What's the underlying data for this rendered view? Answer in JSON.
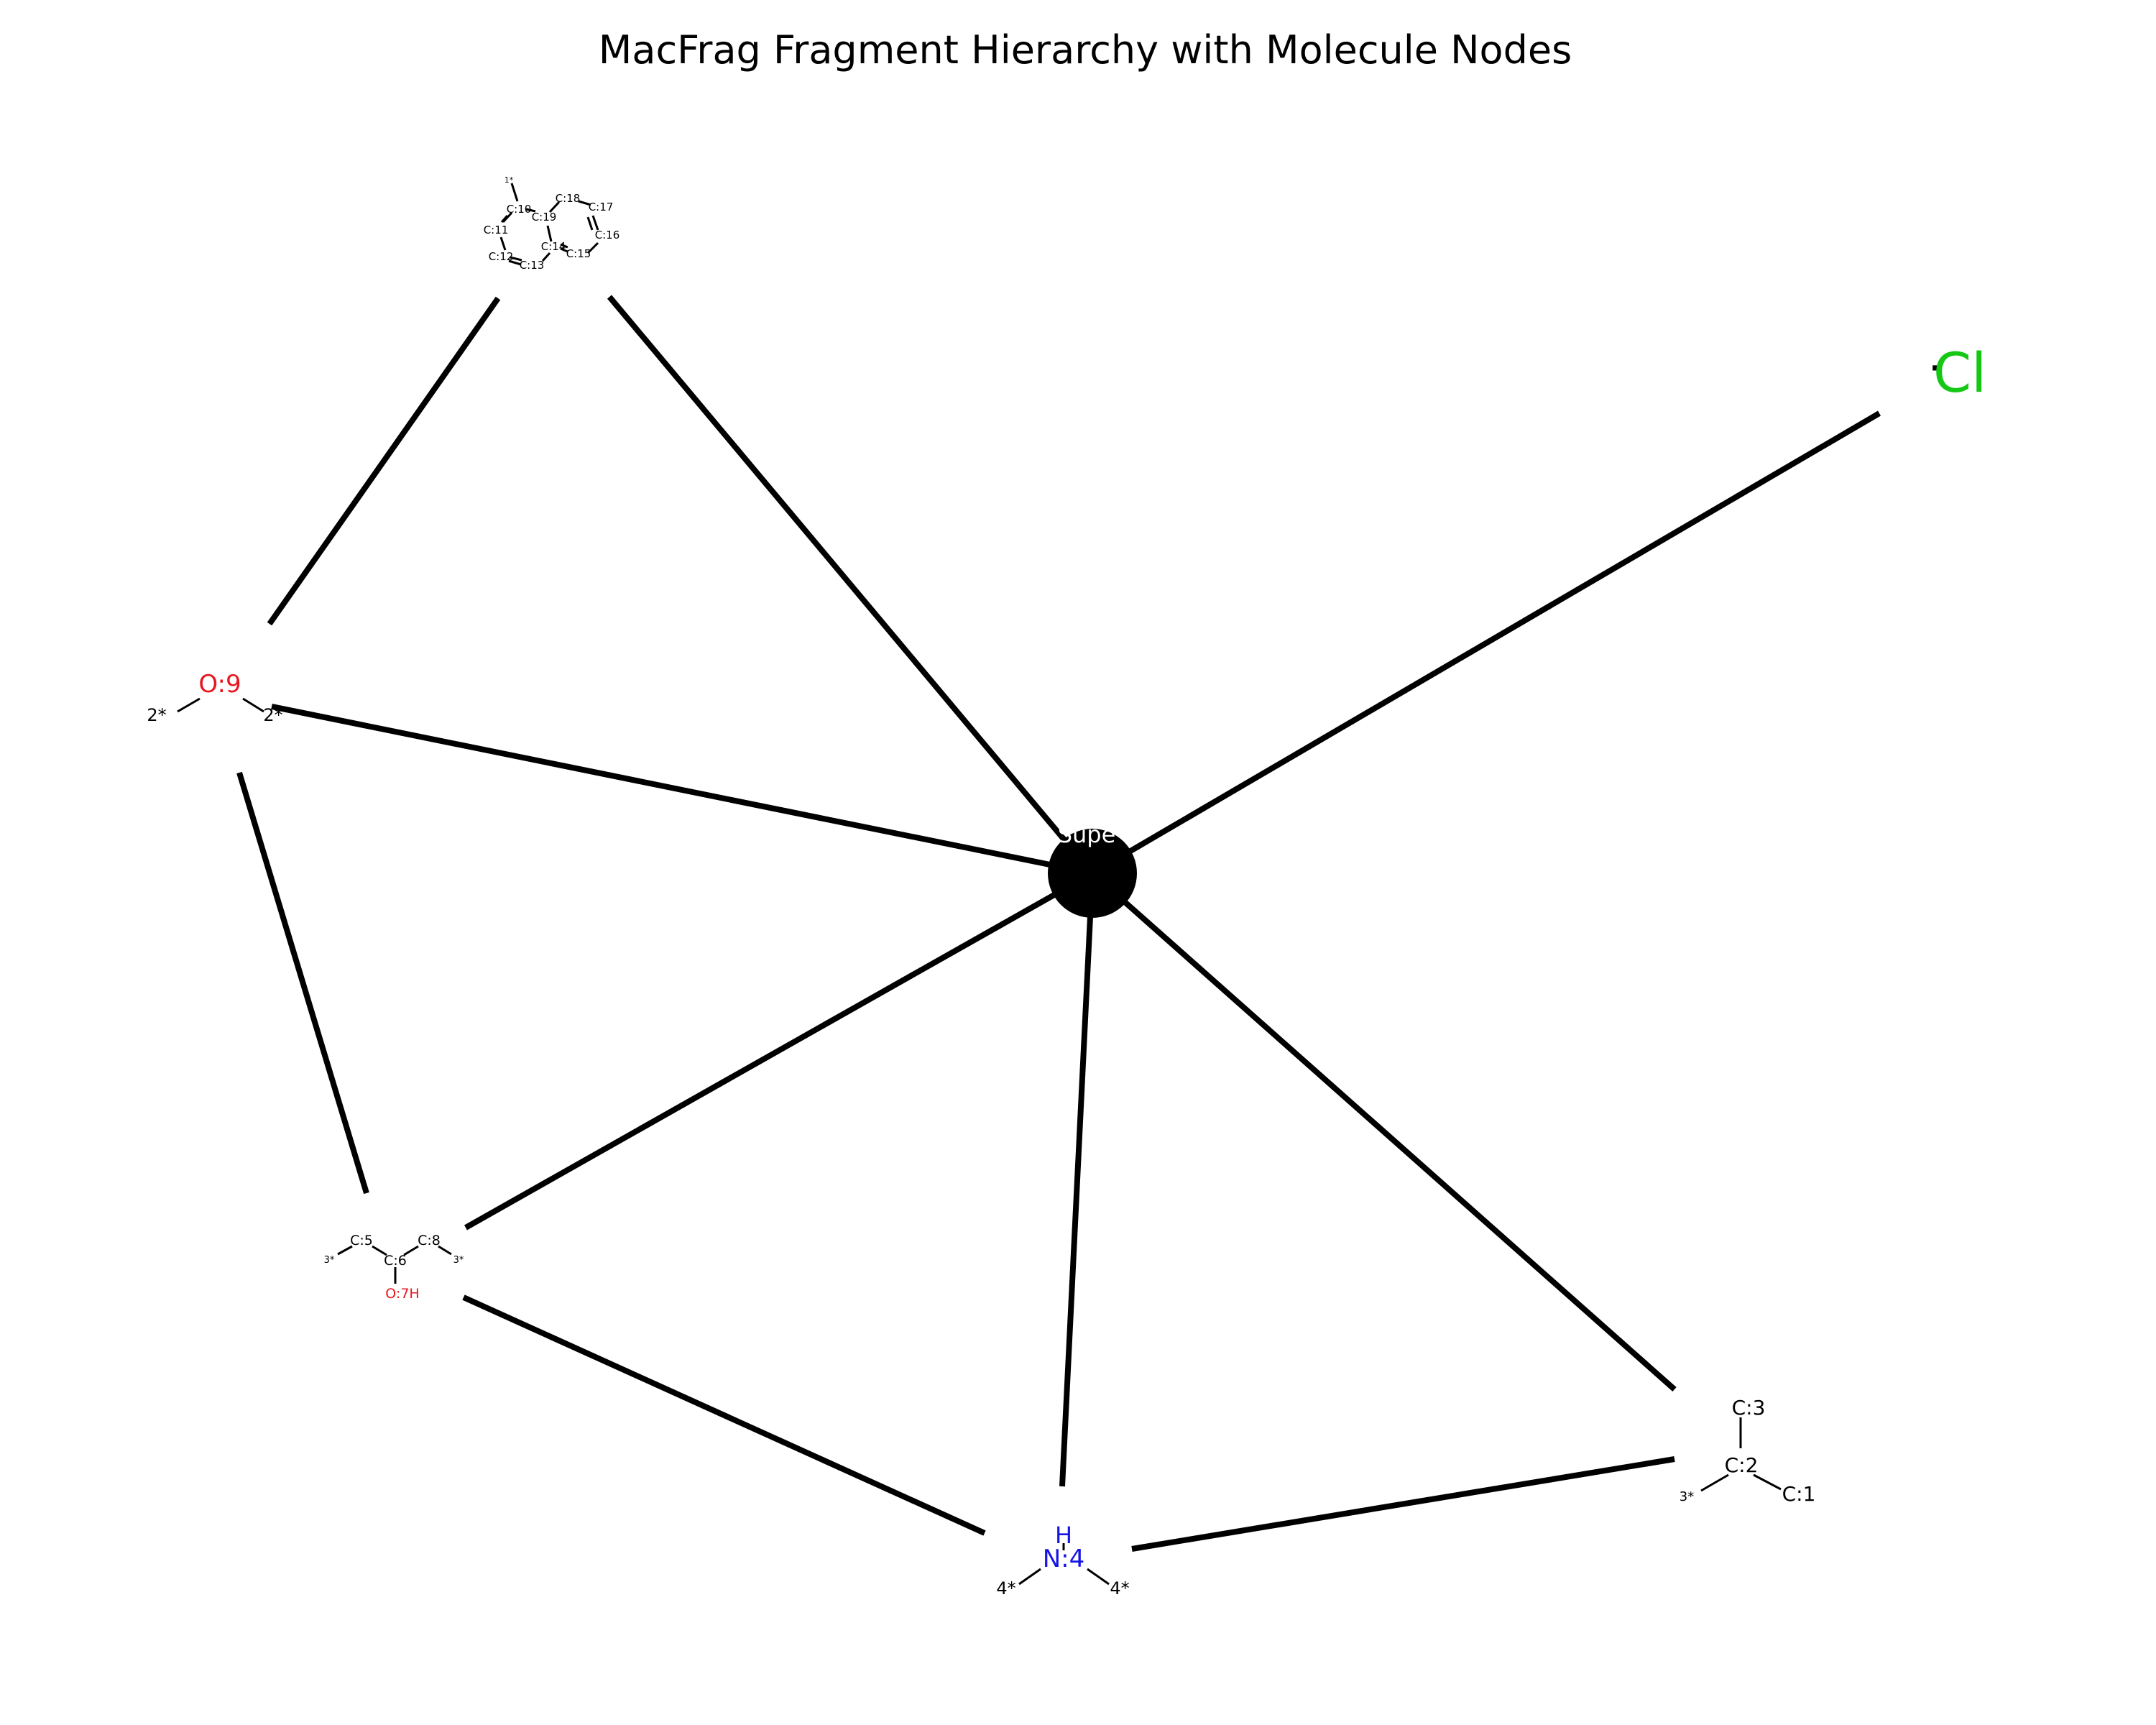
{
  "title": "MacFrag Fragment Hierarchy with Molecule Nodes",
  "colors": {
    "carbon": "#000000",
    "oxygen": "#e8171f",
    "nitrogen": "#1515e6",
    "chlorine": "#14c814",
    "edge": "#000000",
    "super_node": "#000000",
    "super_label": "#ffffff"
  },
  "nodes": {
    "super": {
      "label": "Supe"
    },
    "chlorine": {
      "label": "Cl",
      "dot": "·"
    },
    "ether": {
      "atoms": {
        "o9": "O:9",
        "d1": "2*",
        "d2": "2*"
      }
    },
    "amine": {
      "atoms": {
        "h": "H",
        "n4": "N:4",
        "d1": "4*",
        "d2": "4*"
      }
    },
    "isopropyl": {
      "atoms": {
        "c3": "C:3",
        "c2": "C:2",
        "c1": "C:1",
        "d": "3*"
      }
    },
    "hydroxypropyl": {
      "atoms": {
        "c5": "C:5",
        "c6": "C:6",
        "c8": "C:8",
        "o7": "O:7H",
        "d1": "3*",
        "d2": "3*"
      }
    },
    "naphthyl": {
      "atoms": {
        "d": "1*",
        "c10": "C:10",
        "c11": "C:11",
        "c12": "C:12",
        "c13": "C:13",
        "c14": "C:14",
        "c15": "C:15",
        "c16": "C:16",
        "c17": "C:17",
        "c18": "C:18",
        "c19": "C:19"
      }
    }
  }
}
